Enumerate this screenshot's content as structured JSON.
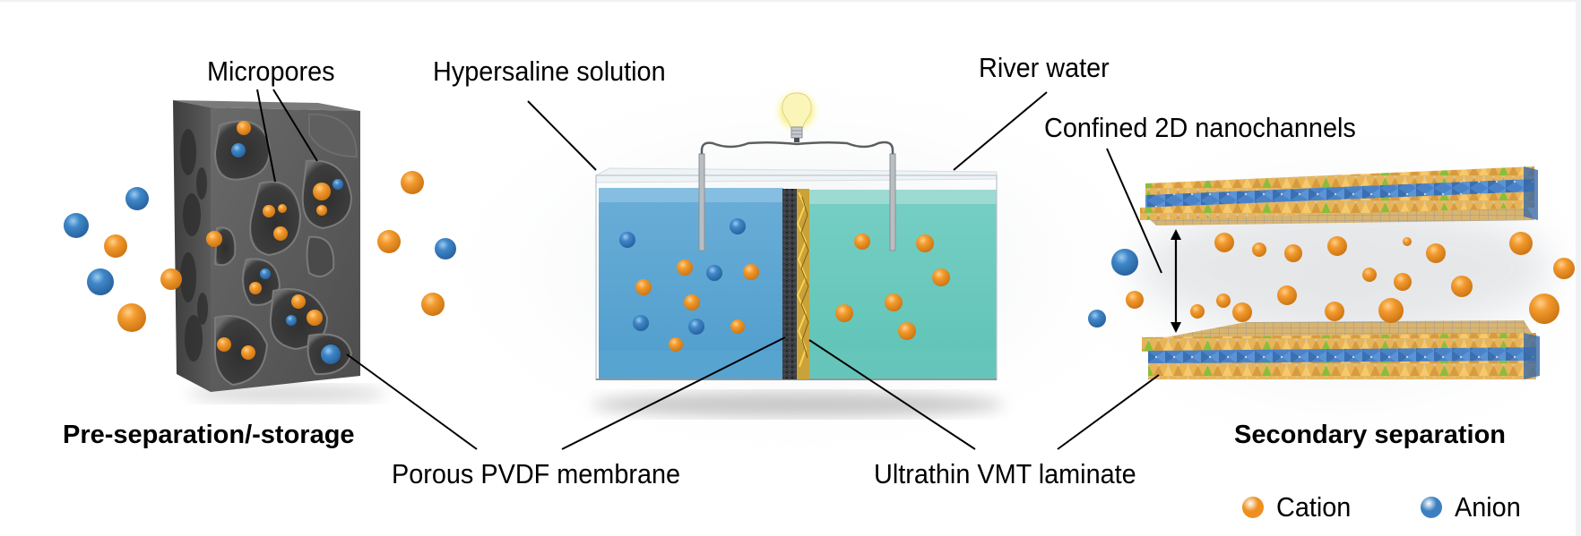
{
  "colors": {
    "cation": "#ee8f1f",
    "anion": "#3b7fbf",
    "hypersaline_water": "#4f9dcc",
    "river_water": "#5ec3b6",
    "porous_block": "#5a5a5a",
    "vmt_octahedra": "#4a82c8",
    "vmt_tetrahedra": "#f0b04a",
    "vmt_green": "#8cbd3a"
  },
  "panels": {
    "left": {
      "callout": "Micropores",
      "title": "Pre-separation/-storage",
      "icon": "porous-block-icon"
    },
    "center": {
      "callout_left": "Hypersaline solution",
      "callout_right": "River water",
      "callout_membrane": "Porous PVDF membrane",
      "callout_laminate": "Ultrathin VMT laminate",
      "icon": "light-bulb-icon"
    },
    "right": {
      "callout": "Confined 2D nanochannels",
      "title": "Secondary separation",
      "icon": "nanochannel-sheets-icon"
    }
  },
  "legend": [
    {
      "label": "Cation",
      "icon": "cation-sphere-icon",
      "color_key": "cation"
    },
    {
      "label": "Anion",
      "icon": "anion-sphere-icon",
      "color_key": "anion"
    }
  ]
}
